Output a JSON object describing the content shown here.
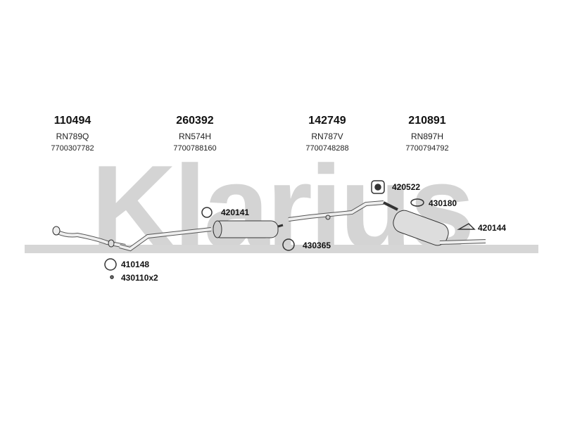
{
  "brand": {
    "logo_text": "Klarius",
    "logo_color": "#d4d4d4"
  },
  "columns": [
    {
      "part_no": "110494",
      "code": "RN789Q",
      "oem": "7700307782"
    },
    {
      "part_no": "260392",
      "code": "RN574H",
      "oem": "7700788160"
    },
    {
      "part_no": "142749",
      "code": "RN787V",
      "oem": "7700748288"
    },
    {
      "part_no": "210891",
      "code": "RN897H",
      "oem": "7700794792"
    }
  ],
  "parts": {
    "p420141": "420141",
    "p430365": "430365",
    "p420522": "420522",
    "p430180": "430180",
    "p420144": "420144",
    "p410148": "410148",
    "p430110": "430110x2"
  }
}
